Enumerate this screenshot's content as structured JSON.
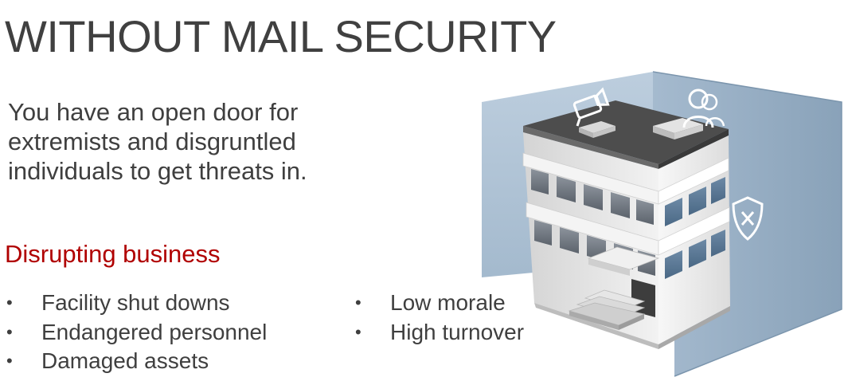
{
  "slide": {
    "title": "WITHOUT MAIL SECURITY",
    "intro_lines": [
      "You have an open door for",
      "extremists and disgruntled",
      "individuals to get threats in."
    ],
    "subhead": "Disrupting business",
    "bullet_glyph": "•",
    "bullets_col1": [
      "Facility shut downs",
      "Endangered personnel",
      "Damaged assets"
    ],
    "bullets_col2": [
      "Low morale",
      "High turnover"
    ]
  },
  "illustration": {
    "icons": [
      "camera-icon",
      "users-icon",
      "shield-x-icon"
    ],
    "colors": {
      "panel": "#a9bfd4",
      "building_wall": "#e9e9e9",
      "roof": "#4a4a4a",
      "accent_title": "#404040",
      "accent_subhead": "#b00000"
    }
  }
}
